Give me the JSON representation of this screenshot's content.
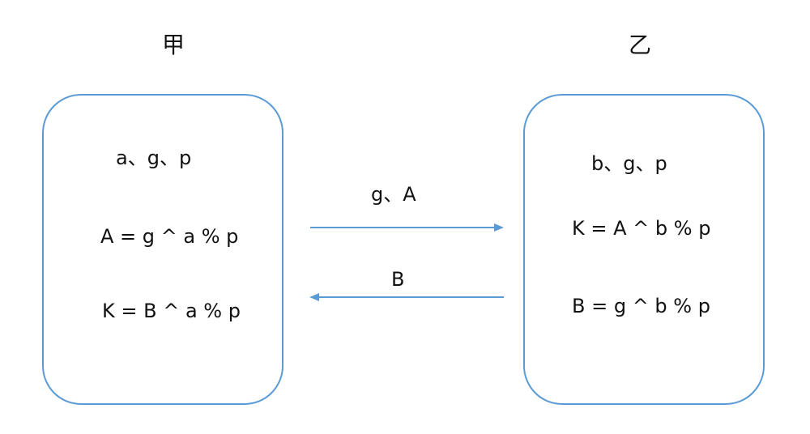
{
  "left": {
    "title": "甲",
    "vars": "a、g、p",
    "line1": "A = g ^ a % p",
    "line2": "K = B ^ a % p"
  },
  "right": {
    "title": "乙",
    "vars": "b、g、p",
    "line1": "K = A ^ b % p",
    "line2": "B = g ^ b % p"
  },
  "arrows": {
    "to_right_label": "g、A",
    "to_left_label": "B",
    "color": "#5b9bd5"
  }
}
